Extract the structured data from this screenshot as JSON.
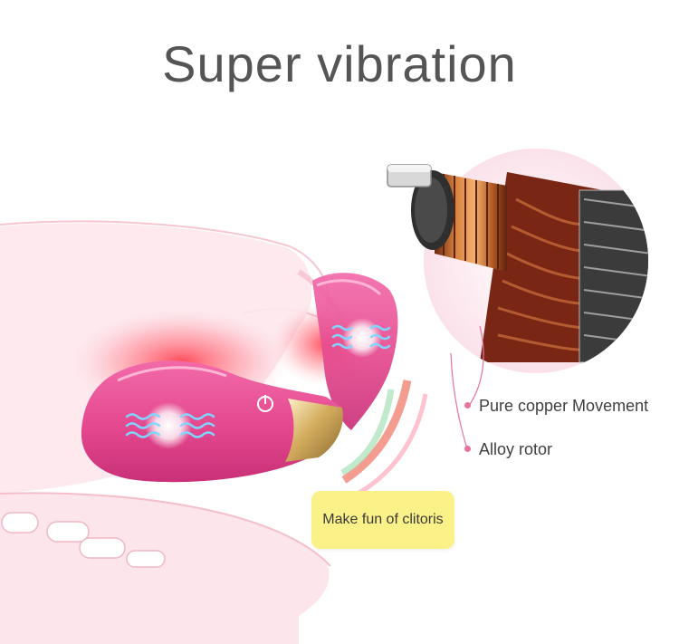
{
  "title": "Super vibration",
  "labels": {
    "copper_movement": "Pure copper Movement",
    "alloy_rotor": "Alloy rotor",
    "clitoris_callout": "Make fun of clitoris"
  },
  "colors": {
    "title_text": "#555555",
    "accent_dot": "#e8739a",
    "callout_bg": "#fbf189",
    "toy_pink": "#e8559a",
    "gold_trim": "#d7b56a",
    "body_outline": "#f7c9d3"
  },
  "icons": {
    "vibration_wave": "vibration-wave-icon",
    "power": "power-icon"
  }
}
